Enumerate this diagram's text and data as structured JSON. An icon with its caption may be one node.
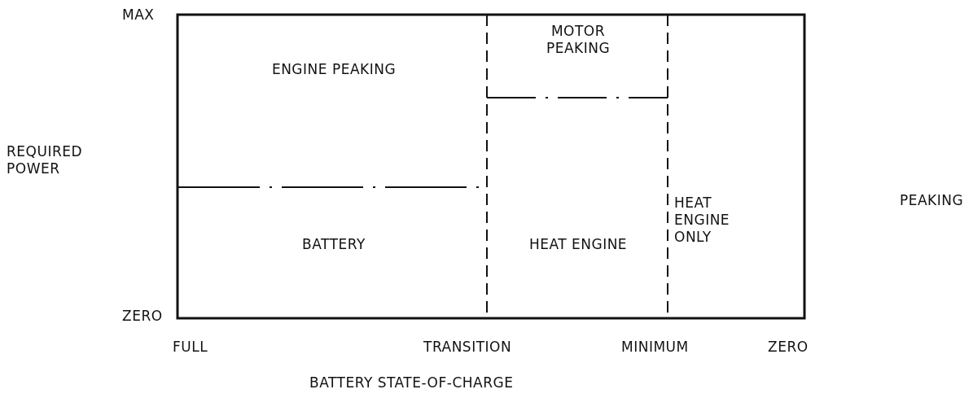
{
  "diagram": {
    "nodes": [
      {
        "text": [
          "ENGINE PEAKING"
        ]
      },
      {
        "text": [
          "MOTOR PEAKING"
        ]
      },
      {
        "text": [
          "BATTERY"
        ]
      },
      {
        "text": [
          "HEAT ENGINE"
        ]
      },
      {
        "text": [
          "HEAT ENGINE ONLY"
        ]
      }
    ],
    "labels": [
      "MAX",
      "REQUIRED POWER",
      "PEAKING",
      "ZERO",
      "FULL",
      "TRANSITION",
      "MINIMUM",
      "ZERO",
      "BATTERY STATE-OF-CHARGE"
    ]
  }
}
